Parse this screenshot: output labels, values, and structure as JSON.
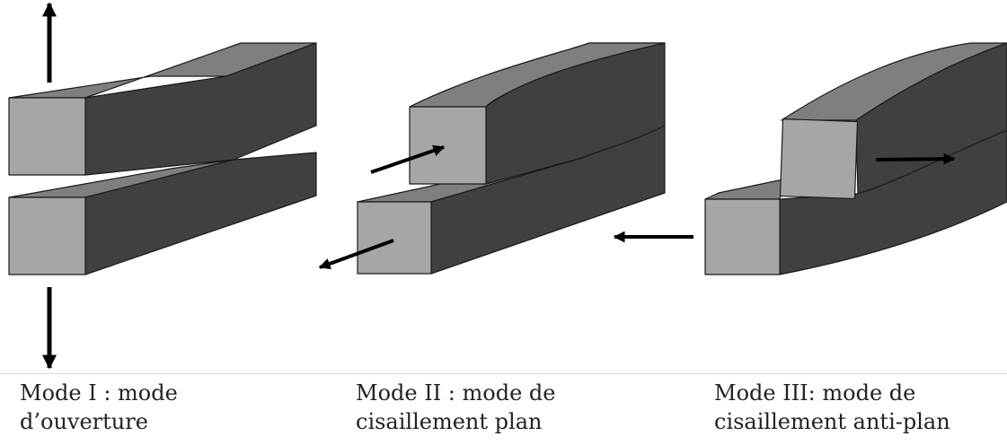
{
  "colors": {
    "front_face": "#a6a6a6",
    "top_face": "#7f7f7f",
    "side_face": "#404040",
    "edge": "#1a1a1a",
    "arrow": "#000000"
  },
  "captions": {
    "mode1": {
      "line1": "Mode I : mode",
      "line2": "d’ouverture"
    },
    "mode2": {
      "line1": "Mode II : mode de",
      "line2": "cisaillement plan"
    },
    "mode3": {
      "line1": "Mode III: mode de",
      "line2": "cisaillement anti-plan"
    }
  }
}
